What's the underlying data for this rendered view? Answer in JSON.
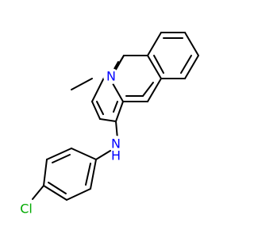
{
  "molecule": {
    "atoms": {
      "n_ring": {
        "label": "N",
        "color": "#0000ff"
      },
      "n_amine": {
        "label": "N",
        "color": "#0000ff"
      },
      "h_amine": {
        "label": "H",
        "color": "#0000ff"
      },
      "cl": {
        "label": "Cl",
        "color": "#00aa00"
      }
    },
    "bond_color": "#000000"
  }
}
